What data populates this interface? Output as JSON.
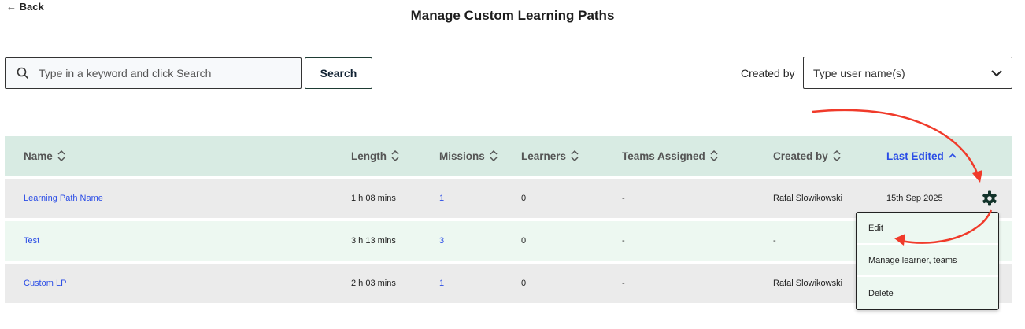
{
  "back_label": "← Back",
  "title": "Manage Custom Learning Paths",
  "search": {
    "placeholder": "Type in a keyword and click Search",
    "button": "Search"
  },
  "filter": {
    "label": "Created by",
    "placeholder": "Type user name(s)"
  },
  "columns": [
    "Name",
    "Length",
    "Missions",
    "Learners",
    "Teams Assigned",
    "Created by",
    "Last Edited"
  ],
  "sorted_column": "Last Edited",
  "rows": [
    {
      "name": "Learning Path Name",
      "length": "1 h 08 mins",
      "missions": "1",
      "learners": "0",
      "teams": "-",
      "created_by": "Rafal Slowikowski",
      "last_edited": "15th Sep 2025"
    },
    {
      "name": "Test",
      "length": "3 h 13 mins",
      "missions": "3",
      "learners": "0",
      "teams": "-",
      "created_by": "-",
      "last_edited": ""
    },
    {
      "name": "Custom LP",
      "length": "2 h 03 mins",
      "missions": "1",
      "learners": "0",
      "teams": "-",
      "created_by": "Rafal Slowikowski",
      "last_edited": ""
    }
  ],
  "menu": [
    "Edit",
    "Manage learner, teams",
    "Delete"
  ],
  "colors": {
    "header_bg": "#d8ebe3",
    "row_gray": "#ebebeb",
    "row_green": "#edf8f1",
    "link": "#2b4de6",
    "annotation": "#f03a2a"
  }
}
